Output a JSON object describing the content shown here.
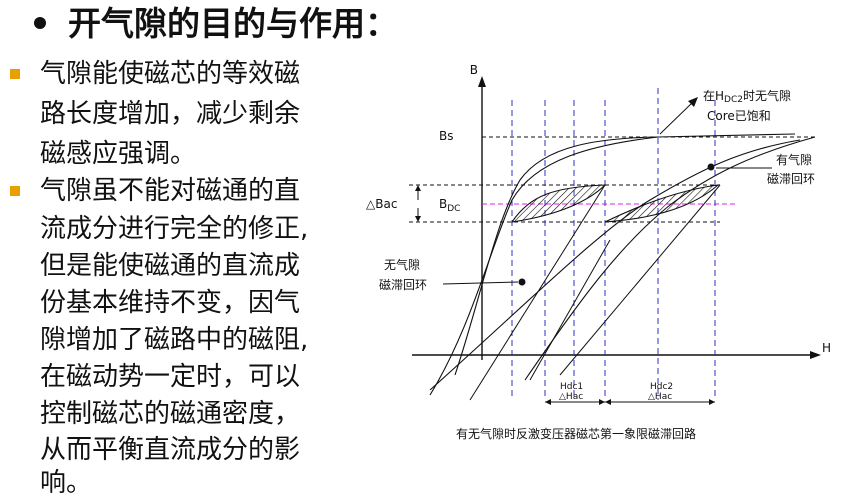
{
  "slide": {
    "title": "开气隙的目的与作用：",
    "bullets": [
      {
        "lines": [
          "气隙能使磁芯的等效磁",
          "路长度增加，减少剩余",
          "磁感应强调。"
        ]
      },
      {
        "lines": [
          "气隙虽不能对磁通的直",
          "流成分进行完全的修正,",
          "但是能使磁通的直流成",
          "份基本维持不变，因气",
          "隙增加了磁路中的磁阻,",
          "在磁动势一定时，可以",
          "控制磁芯的磁通密度，",
          "从而平衡直流成分的影",
          "响。"
        ]
      }
    ]
  },
  "diagram": {
    "axis_y": "B",
    "axis_x": "H",
    "bs": "Bs",
    "bdc_main": "B",
    "bdc_sub": "DC",
    "delta_bac": "△Bac",
    "annot_top_line1_pre": "在H",
    "annot_top_line1_sub": "DC2",
    "annot_top_line1_post": "时无气隙",
    "annot_top_line2": "Core已饱和",
    "annot_right_line1": "有气隙",
    "annot_right_line2": "磁滞回环",
    "annot_left_line1": "无气隙",
    "annot_left_line2": "磁滞回环",
    "hdc1": "Hdc1",
    "hdc2": "Hdc2",
    "dhac1": "△Hac",
    "dhac2": "△Hac",
    "caption": "有无气隙时反激变压器磁芯第一象限磁滞回路",
    "colors": {
      "dashed_blue": "#3030c0",
      "magenta": "#e020e0",
      "bullet": "#e8a000"
    }
  }
}
